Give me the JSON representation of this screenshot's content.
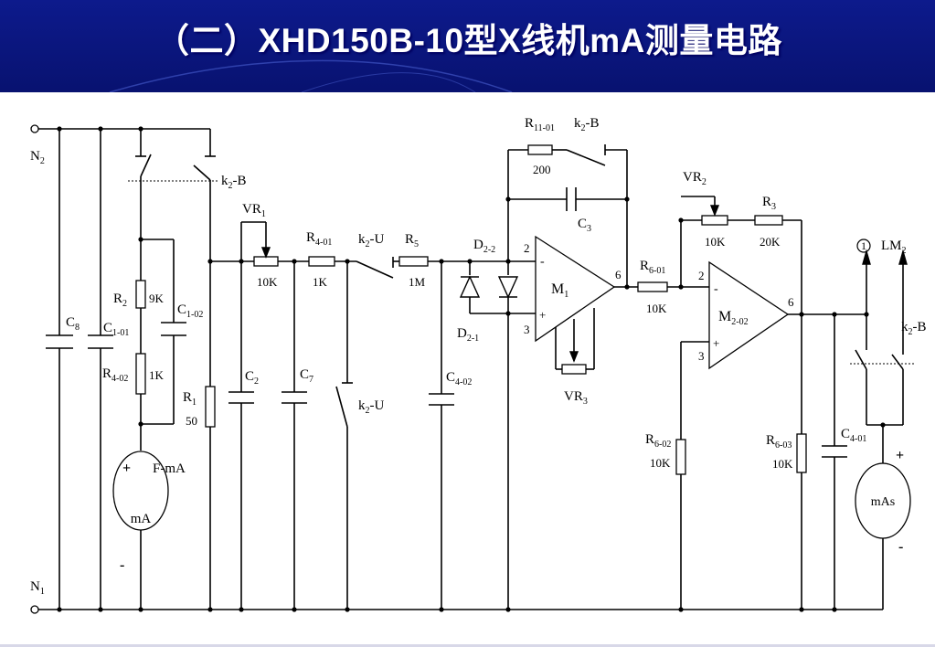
{
  "title": "（二）XHD150B-10型X线机mA测量电路",
  "labels": {
    "n2": "N",
    "n2_sub": "2",
    "n1": "N",
    "n1_sub": "1",
    "c8": "C",
    "c8_sub": "8",
    "c1_01": "C",
    "c1_01_sub": "1-01",
    "c1_02": "C",
    "c1_02_sub": "1-02",
    "r2": "R",
    "r2_sub": "2",
    "r2_val": "9K",
    "r4_02": "R",
    "r4_02_sub": "4-02",
    "r4_02_val": "1K",
    "k2b_left": "k",
    "k2b_left_sub": "2",
    "k2b_left_tail": "-B",
    "r1": "R",
    "r1_sub": "1",
    "r1_val": "50",
    "fma": "F-mA",
    "ma_meter": "mA",
    "plus1": "+",
    "minus1": "-",
    "vr1": "VR",
    "vr1_sub": "1",
    "vr1_val": "10K",
    "c2": "C",
    "c2_sub": "2",
    "r4_01": "R",
    "r4_01_sub": "4-01",
    "r4_01_val": "1K",
    "c7": "C",
    "c7_sub": "7",
    "k2u_top": "k",
    "k2u_top_sub": "2",
    "k2u_top_tail": "-U",
    "k2u_bot": "k",
    "k2u_bot_sub": "2",
    "k2u_bot_tail": "-U",
    "r5": "R",
    "r5_sub": "5",
    "r5_val": "1M",
    "c4_02": "C",
    "c4_02_sub": "4-02",
    "d2_2": "D",
    "d2_2_sub": "2-2",
    "d2_1": "D",
    "d2_1_sub": "2-1",
    "r11": "R",
    "r11_sub": "11-01",
    "r11_val": "200",
    "k2b_top": "k",
    "k2b_top_sub": "2",
    "k2b_top_tail": "-B",
    "c3": "C",
    "c3_sub": "3",
    "m1": "M",
    "m1_sub": "1",
    "vr3": "VR",
    "vr3_sub": "3",
    "pin2a": "2",
    "pin3a": "3",
    "pin6a": "6",
    "pin_minus_a": "-",
    "pin_plus_a": "+",
    "r6_01": "R",
    "r6_01_sub": "6-01",
    "r6_01_val": "10K",
    "vr2": "VR",
    "vr2_sub": "2",
    "vr2_val": "10K",
    "r3": "R",
    "r3_sub": "3",
    "r3_val": "20K",
    "m2": "M",
    "m2_sub": "2-02",
    "pin2b": "2",
    "pin3b": "3",
    "pin6b": "6",
    "pin_minus_b": "-",
    "pin_plus_b": "+",
    "r6_02": "R",
    "r6_02_sub": "6-02",
    "r6_02_val": "10K",
    "r6_03": "R",
    "r6_03_sub": "6-03",
    "r6_03_val": "10K",
    "c4_01": "C",
    "c4_01_sub": "4-01",
    "lm_num": "1",
    "lm": "LM",
    "lm_sub": "2",
    "k2b_right": "k",
    "k2b_right_sub": "2",
    "k2b_right_tail": "-B",
    "mas_meter": "mAs",
    "plus2": "+",
    "minus2": "-"
  }
}
